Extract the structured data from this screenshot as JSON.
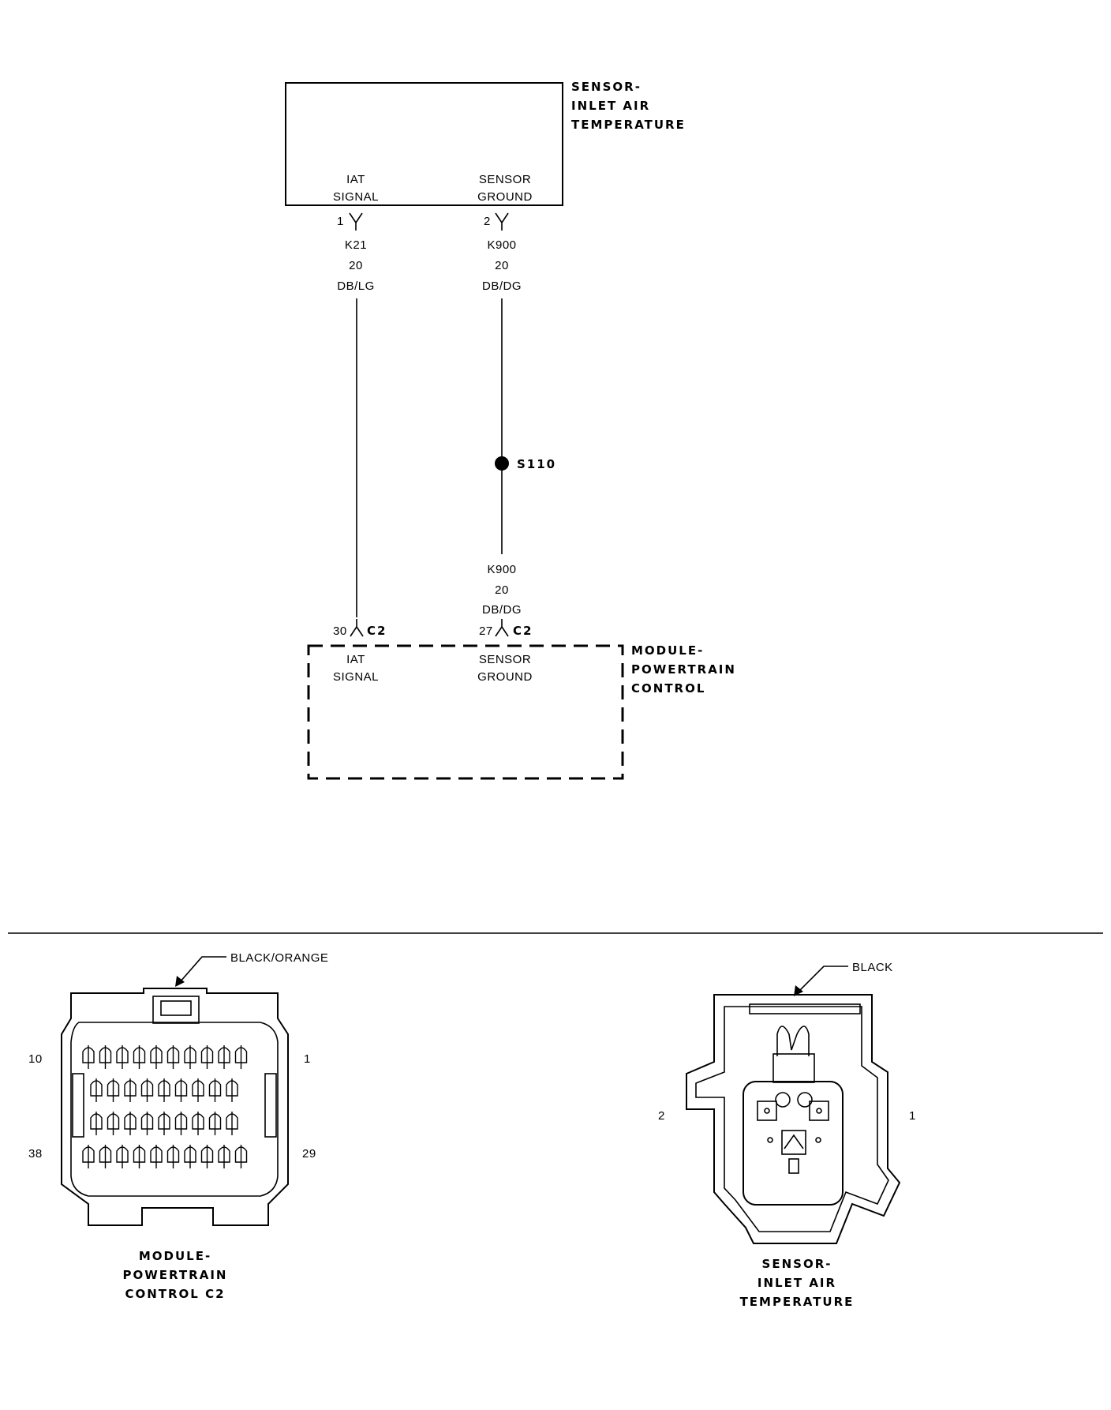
{
  "sensor_iat": {
    "title_lines": [
      "SENSOR-",
      "INLET AIR",
      "TEMPERATURE"
    ],
    "pin_labels": {
      "iat_signal": [
        "IAT",
        "SIGNAL"
      ],
      "sensor_ground": [
        "SENSOR",
        "GROUND"
      ]
    },
    "pins": {
      "pin1": "1",
      "pin2": "2"
    }
  },
  "wires": {
    "k21": {
      "circuit": "K21",
      "gauge": "20",
      "color": "DB/LG"
    },
    "k900_top": {
      "circuit": "K900",
      "gauge": "20",
      "color": "DB/DG"
    },
    "k900_bottom": {
      "circuit": "K900",
      "gauge": "20",
      "color": "DB/DG"
    }
  },
  "splice": {
    "label": "S110"
  },
  "pcm": {
    "title_lines": [
      "MODULE-",
      "POWERTRAIN",
      "CONTROL"
    ],
    "pin_labels": {
      "iat_signal": [
        "IAT",
        "SIGNAL"
      ],
      "sensor_ground": [
        "SENSOR",
        "GROUND"
      ]
    },
    "connector": {
      "pin30": "30",
      "pin30_conn": "C2",
      "pin27": "27",
      "pin27_conn": "C2"
    }
  },
  "connector_views": {
    "pcm_c2": {
      "color_label": "BLACK/ORANGE",
      "pin_numbers": {
        "top_left": "10",
        "top_right": "1",
        "bottom_left": "38",
        "bottom_right": "29"
      },
      "caption_lines": [
        "MODULE-",
        "POWERTRAIN",
        "CONTROL C2"
      ]
    },
    "iat_sensor": {
      "color_label": "BLACK",
      "pin_numbers": {
        "left": "2",
        "right": "1"
      },
      "caption_lines": [
        "SENSOR-",
        "INLET AIR",
        "TEMPERATURE"
      ]
    }
  }
}
